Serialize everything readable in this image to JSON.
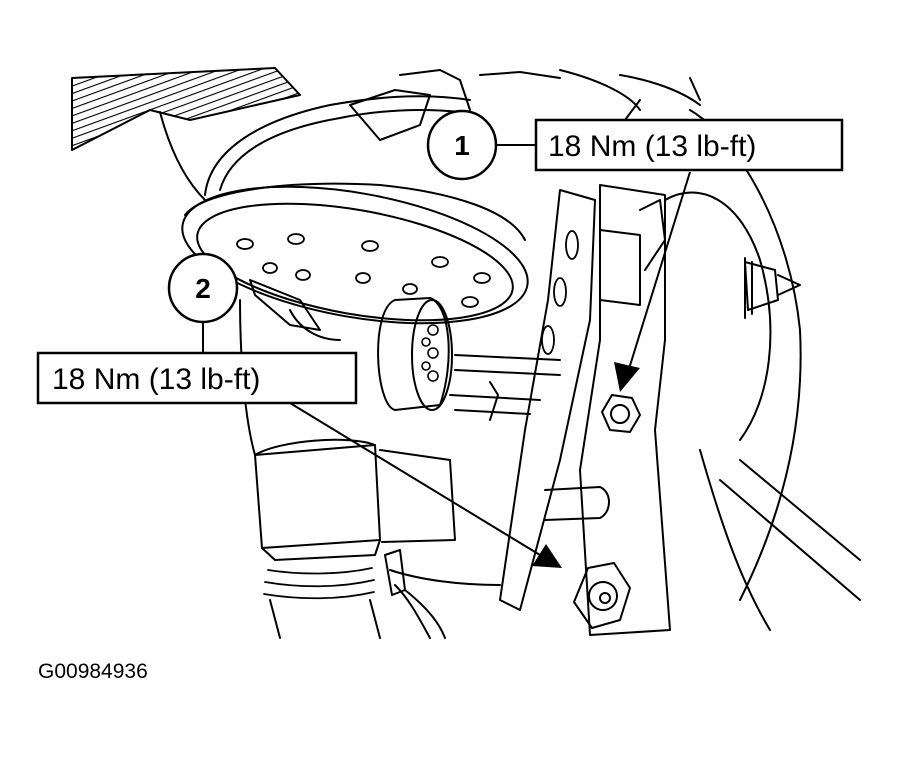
{
  "callouts": [
    {
      "number": "1",
      "torque": "18 Nm (13 lb-ft)"
    },
    {
      "number": "2",
      "torque": "18 Nm (13 lb-ft)"
    }
  ],
  "figure_id": "G00984936"
}
